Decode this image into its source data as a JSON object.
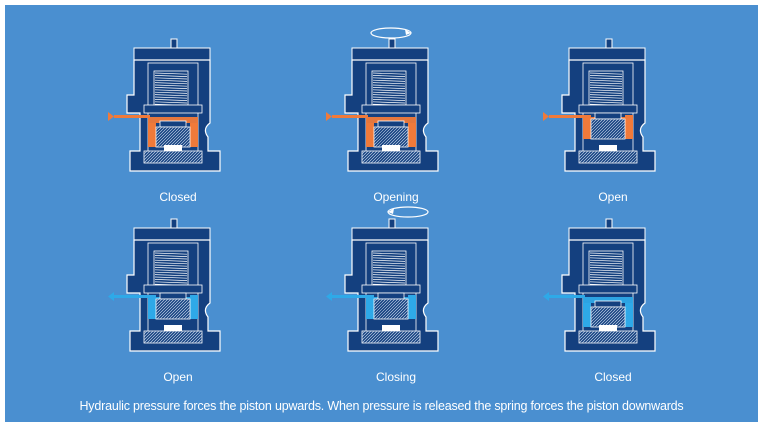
{
  "colors": {
    "background": "#4a8fd0",
    "valve_body": "#14407f",
    "valve_outline": "#ffffff",
    "pressure_fluid": "#f07a3a",
    "release_fluid": "#2ea9e8",
    "text": "#ffffff"
  },
  "states": [
    {
      "label": "Closed",
      "fluid": "pressure",
      "lifted": false,
      "rotation": "none"
    },
    {
      "label": "Opening",
      "fluid": "pressure",
      "lifted": false,
      "rotation": "clockwise-arrow-icon"
    },
    {
      "label": "Open",
      "fluid": "pressure",
      "lifted": true,
      "rotation": "none"
    },
    {
      "label": "Open",
      "fluid": "release",
      "lifted": true,
      "rotation": "none"
    },
    {
      "label": "Closing",
      "fluid": "release",
      "lifted": true,
      "rotation": "counterclockwise-arrow-icon"
    },
    {
      "label": "Closed",
      "fluid": "release",
      "lifted": false,
      "rotation": "none"
    }
  ],
  "caption": "Hydraulic pressure forces the piston upwards. When pressure is released the spring forces the piston downwards"
}
